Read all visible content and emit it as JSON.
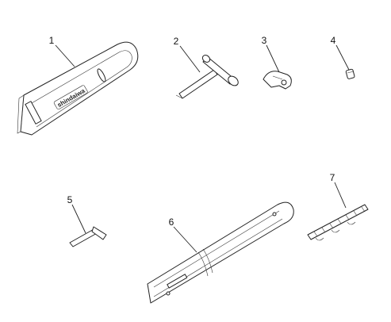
{
  "diagram": {
    "callouts": [
      "1",
      "2",
      "3",
      "4",
      "5",
      "6",
      "7"
    ],
    "brand_text": "shindaiwa"
  }
}
